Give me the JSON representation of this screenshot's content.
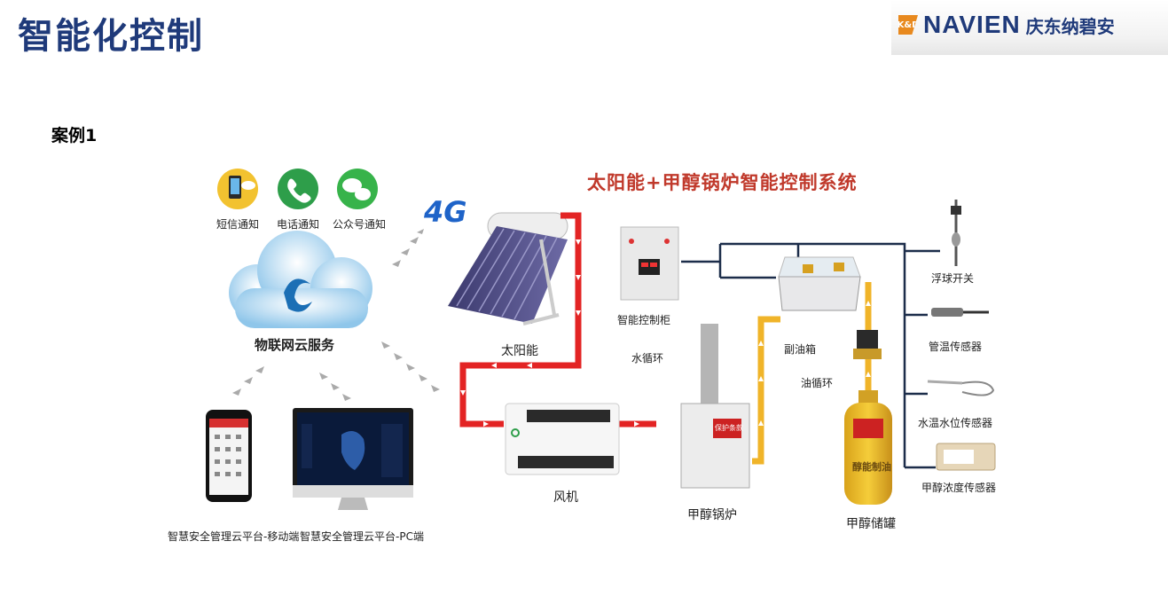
{
  "header": {
    "title": "智能化控制"
  },
  "brand": {
    "logo_mark": "K&D",
    "name": "NAVIEN",
    "cn_name": "庆东纳碧安"
  },
  "case_label": "案例1",
  "diagram": {
    "title": "太阳能+甲醇锅炉智能控制系统",
    "notifications": [
      "短信通知",
      "电话通知",
      "公众号通知"
    ],
    "network": "4G",
    "cloud": "物联网云服务",
    "clients": [
      "智慧安全管理云平台-移动端",
      "智慧安全管理云平台-PC端"
    ],
    "devices": {
      "solar": "太阳能",
      "fan": "风机",
      "cabinet": "智能控制柜",
      "boiler": "甲醇锅炉",
      "oil_tank": "副油箱",
      "storage": "甲醇储罐"
    },
    "loops": {
      "water": "水循环",
      "oil": "油循环"
    },
    "sensors": [
      "浮球开关",
      "管温传感器",
      "水温水位传感器",
      "甲醇浓度传感器"
    ],
    "tank_text": "醇能制油",
    "boiler_tag": "保护条款"
  },
  "colors": {
    "title": "#1f3a7a",
    "pipe_red": "#e32424",
    "pipe_yellow": "#f0b429",
    "diagram_title": "#c0392b"
  }
}
